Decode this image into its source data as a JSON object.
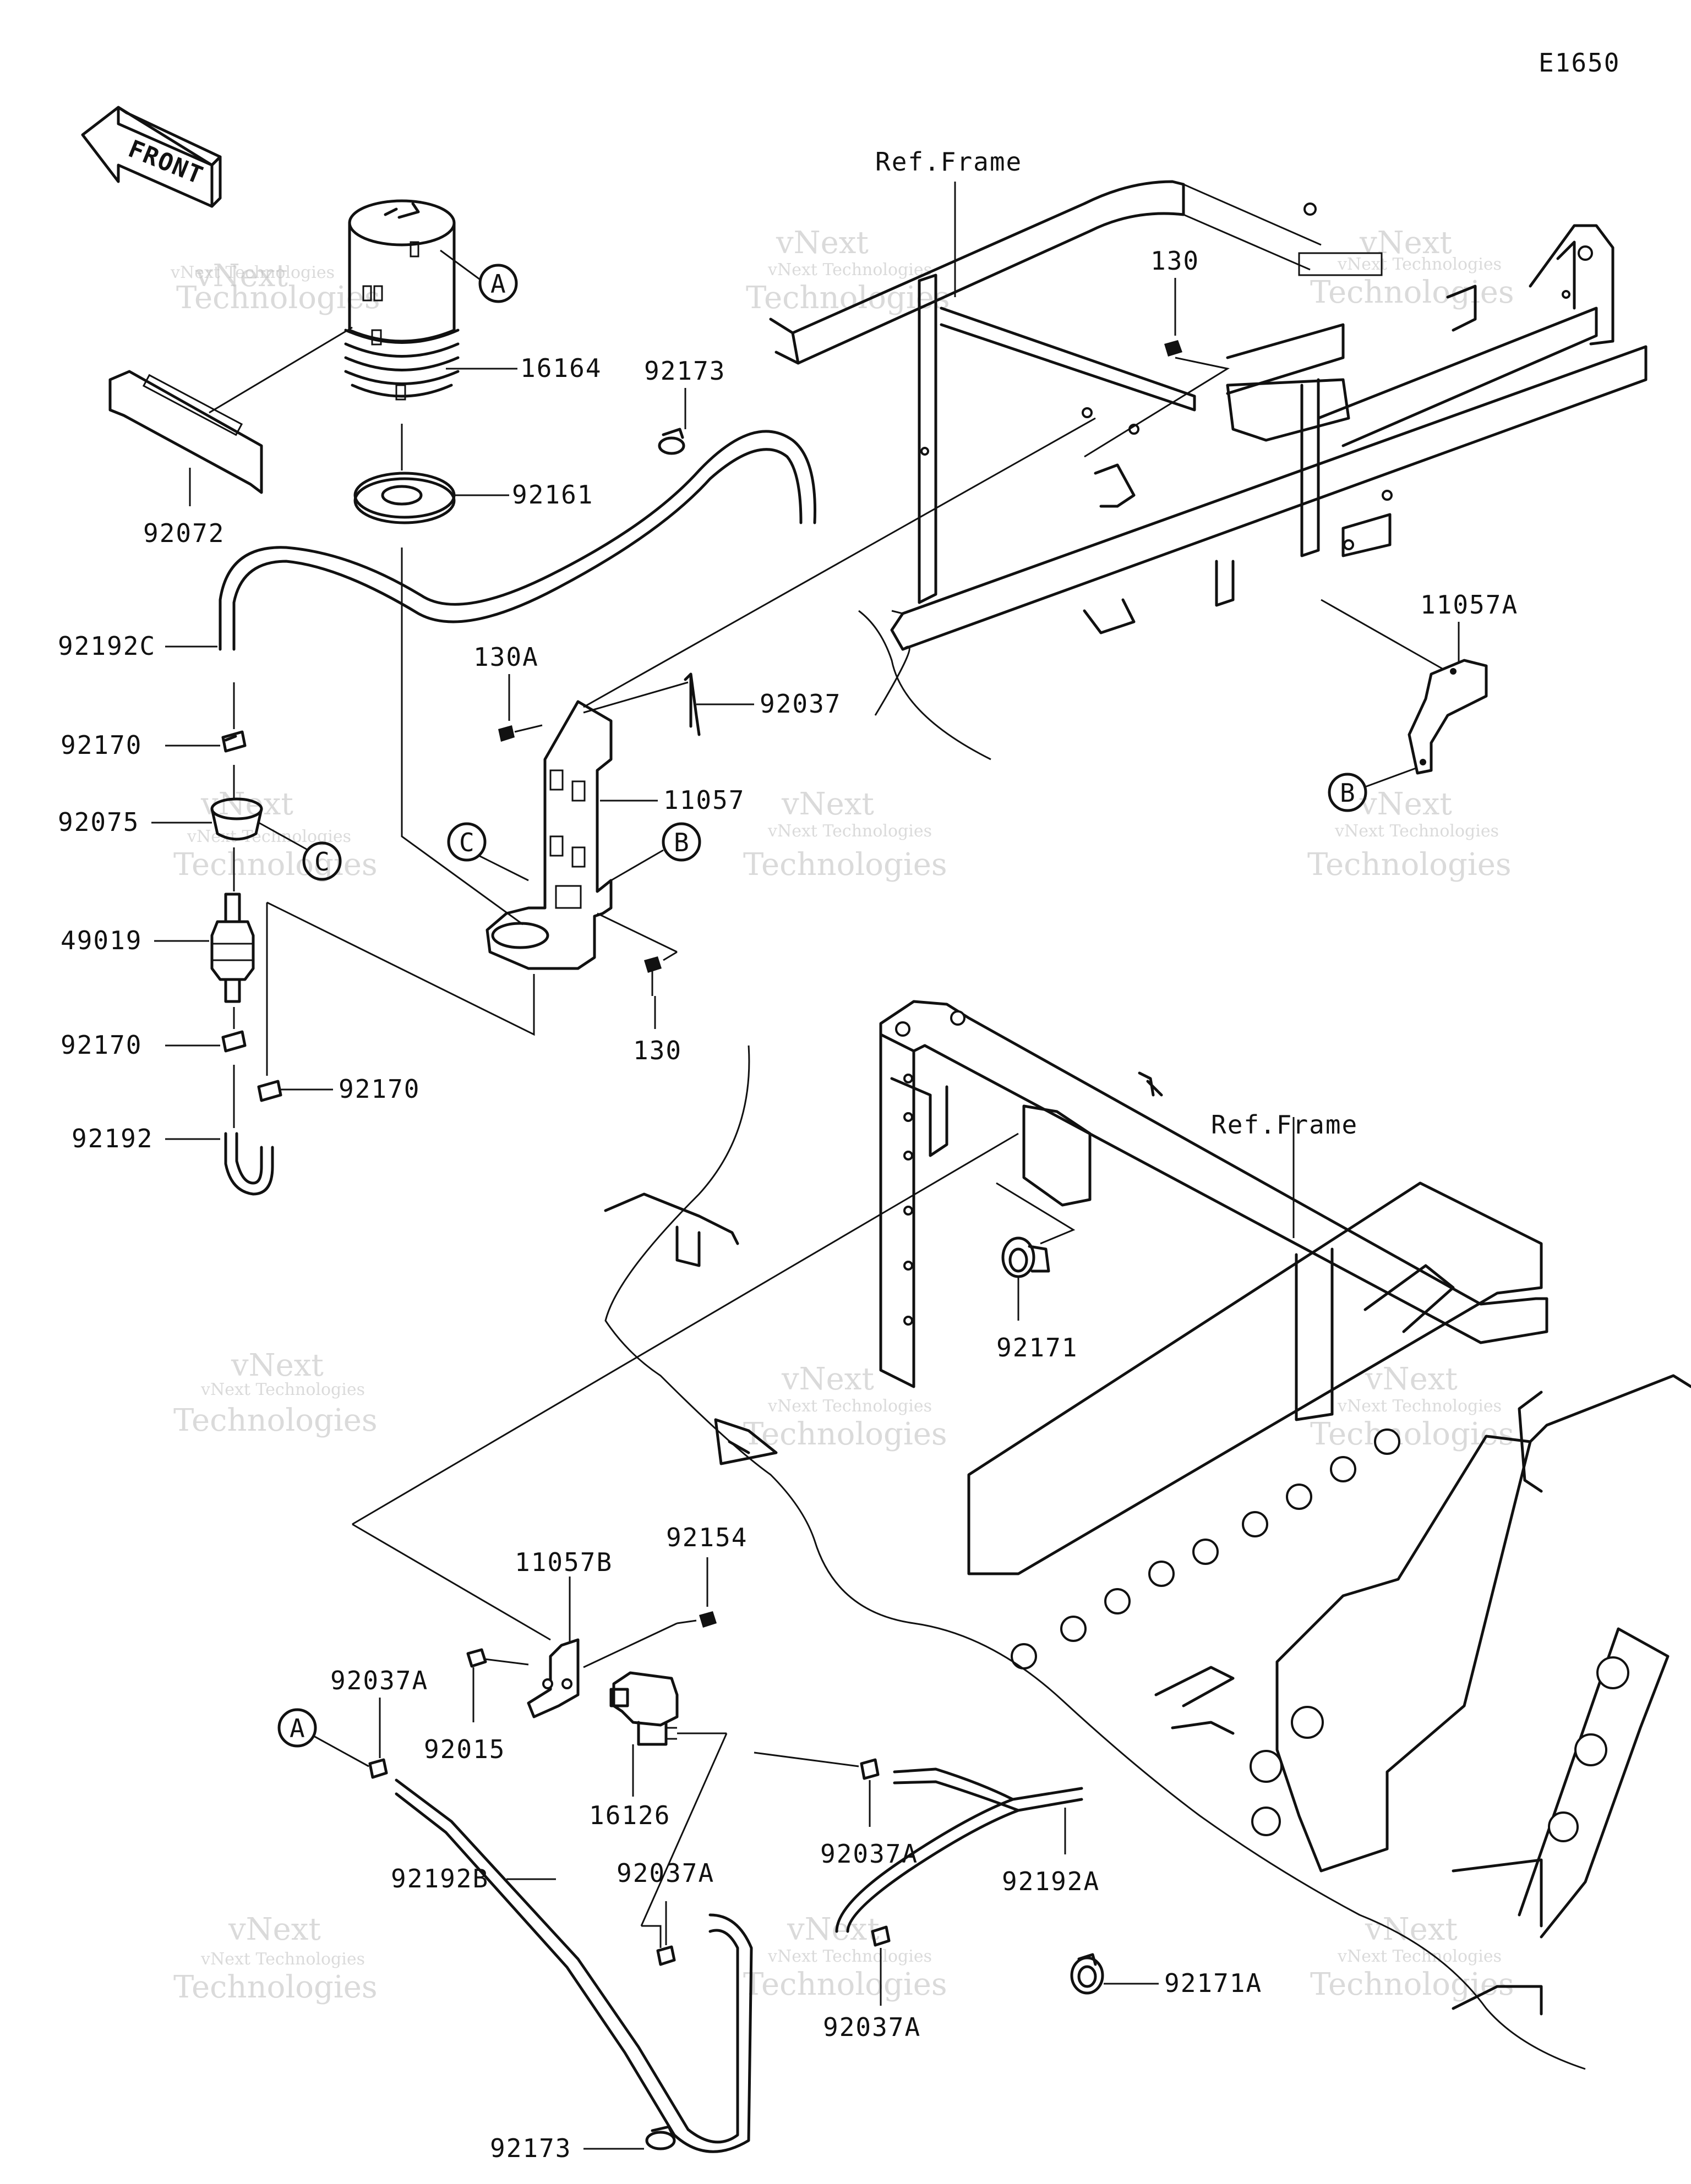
{
  "diagram_code": "E1650",
  "direction_label": "FRONT",
  "ref_frame_label": "Ref.Frame",
  "callout_letters": {
    "a": "A",
    "b": "B",
    "c": "C"
  },
  "parts": {
    "p16164": "16164",
    "p92173": "92173",
    "p92072": "92072",
    "p92161": "92161",
    "p92192C": "92192C",
    "p130": "130",
    "p130A": "130A",
    "p92037": "92037",
    "p92170": "92170",
    "p11057": "11057",
    "p11057A": "11057A",
    "p92075": "92075",
    "p49019": "49019",
    "p92192": "92192",
    "p92171": "92171",
    "p92154": "92154",
    "p11057B": "11057B",
    "p92037A": "92037A",
    "p92015": "92015",
    "p16126": "16126",
    "p92192A": "92192A",
    "p92192B": "92192B",
    "p92171A": "92171A"
  },
  "watermark": {
    "line1": "vNext Technologies",
    "line2": "vNext",
    "line3": "Technologies"
  }
}
